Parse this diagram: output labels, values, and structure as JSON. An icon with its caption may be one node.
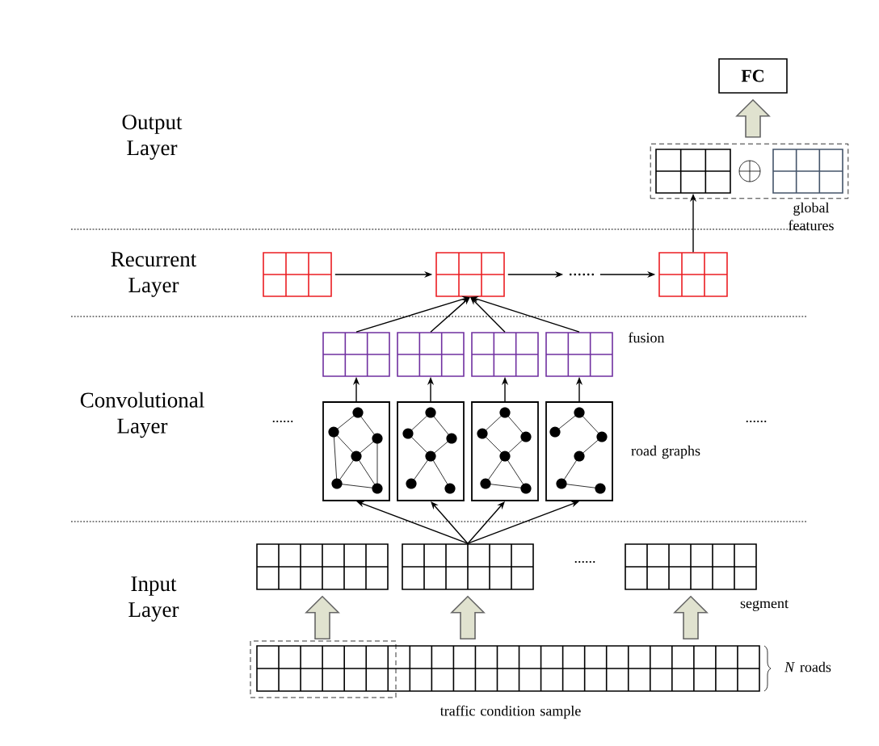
{
  "diagram": {
    "nodes": [
      {
        "text": [
          "FC"
        ]
      },
      {
        "text": [],
        "shape": "box",
        "beside": [
          "global features"
        ]
      },
      {
        "text": [],
        "shape": "box",
        "in": 1
      },
      {
        "text": [],
        "shape": "circle",
        "in": 1
      },
      {
        "text": [],
        "shape": "box",
        "in": 1
      },
      {
        "text": [],
        "shape": "box"
      },
      {
        "text": [],
        "shape": "box"
      },
      {
        "text": [
          "......"
        ]
      },
      {
        "text": [],
        "shape": "box"
      },
      {
        "text": [],
        "shape": "box"
      },
      {
        "text": [],
        "shape": "box"
      },
      {
        "text": [],
        "shape": "box"
      },
      {
        "text": [],
        "shape": "box"
      },
      {
        "text": [],
        "shape": "box"
      },
      {
        "text": [],
        "shape": "box"
      },
      {
        "text": [],
        "shape": "box"
      },
      {
        "text": [],
        "shape": "box"
      },
      {
        "text": [],
        "shape": "box"
      },
      {
        "text": [],
        "shape": "box"
      },
      {
        "text": [],
        "shape": "box"
      },
      {
        "text": [],
        "shape": "box",
        "beside": [
          "traffic condition sample"
        ]
      },
      {
        "text": [],
        "shape": "box"
      }
    ],
    "edges": [
      {
        "from": 20,
        "to": 17,
        "arrow": "to",
        "style": "thick"
      },
      {
        "from": 20,
        "to": 18,
        "arrow": "to",
        "style": "thick"
      },
      {
        "from": 20,
        "to": 19,
        "arrow": "to",
        "style": "thick"
      },
      {
        "from": 18,
        "to": 13,
        "arrow": "to"
      },
      {
        "from": 18,
        "to": 14,
        "arrow": "to"
      },
      {
        "from": 18,
        "to": 15,
        "arrow": "to"
      },
      {
        "from": 18,
        "to": 16,
        "arrow": "to"
      },
      {
        "from": 13,
        "to": 9,
        "arrow": "to"
      },
      {
        "from": 14,
        "to": 10,
        "arrow": "to"
      },
      {
        "from": 15,
        "to": 11,
        "arrow": "to"
      },
      {
        "from": 16,
        "to": 12,
        "arrow": "to"
      },
      {
        "from": 9,
        "to": 6,
        "arrow": "to"
      },
      {
        "from": 10,
        "to": 6,
        "arrow": "to"
      },
      {
        "from": 11,
        "to": 6,
        "arrow": "to"
      },
      {
        "from": 12,
        "to": 6,
        "arrow": "to"
      },
      {
        "from": 5,
        "to": 6,
        "arrow": "to"
      },
      {
        "from": 6,
        "to": 7,
        "arrow": "to"
      },
      {
        "from": 7,
        "to": 8,
        "arrow": "to"
      },
      {
        "from": 8,
        "to": 2,
        "arrow": "to"
      },
      {
        "from": 1,
        "to": 0,
        "arrow": "to",
        "style": "thick"
      }
    ],
    "labels": [
      "Output Layer",
      "Recurrent Layer",
      "fusion",
      "Convolutional Layer",
      "......",
      "......",
      "road graphs",
      "......",
      "Input Layer",
      "segment",
      "*N* roads"
    ]
  }
}
